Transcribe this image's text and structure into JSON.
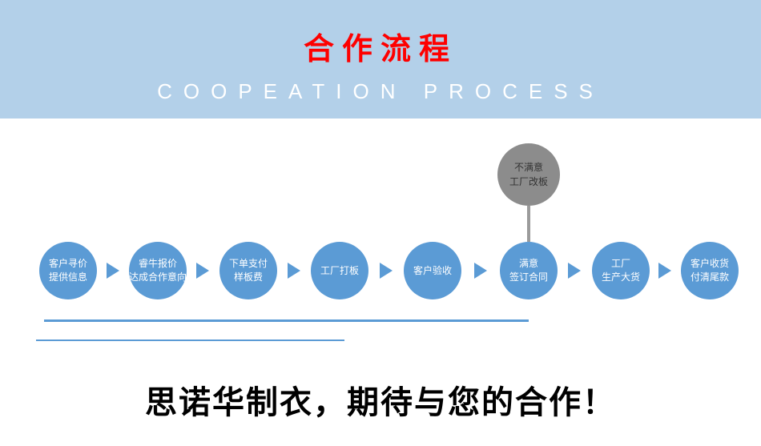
{
  "banner": {
    "title": "合作流程",
    "subtitle": "COOPEATION PROCESS",
    "bg_color": "#b3d0e9",
    "title_color": "#fe0000",
    "subtitle_color": "#ffffff"
  },
  "flow": {
    "node_color": "#5b9bd5",
    "branch_node_color": "#8c8c8c",
    "steps": [
      {
        "lines": [
          "客户寻价",
          "提供信息"
        ]
      },
      {
        "lines": [
          "睿牛报价",
          "达成合作意向"
        ]
      },
      {
        "lines": [
          "下单支付",
          "样板费"
        ]
      },
      {
        "lines": [
          "工厂打板"
        ]
      },
      {
        "lines": [
          "客户验收"
        ]
      },
      {
        "lines": [
          "满意",
          "签订合同"
        ]
      },
      {
        "lines": [
          "工厂",
          "生产大货"
        ]
      },
      {
        "lines": [
          "客户收货",
          "付清尾款"
        ]
      }
    ],
    "branch": {
      "lines": [
        "不满意",
        "工厂改板"
      ]
    }
  },
  "footer": {
    "slogan": "思诺华制衣，期待与您的合作！"
  }
}
